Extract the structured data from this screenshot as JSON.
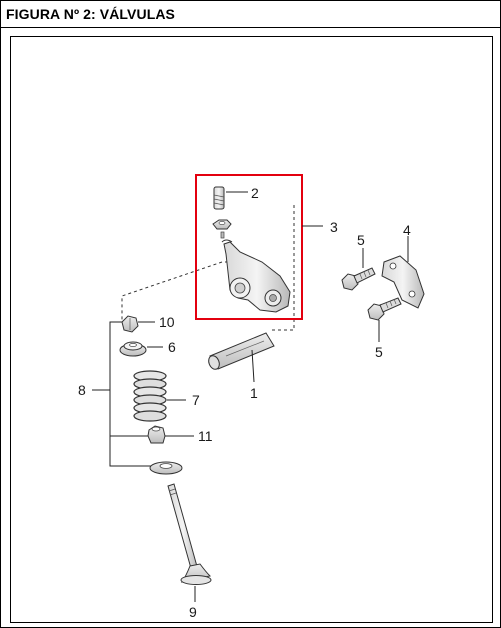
{
  "title": "FIGURA Nº 2: VÁLVULAS",
  "highlight_color": "#e3000f",
  "callouts": {
    "c1": "1",
    "c2": "2",
    "c3": "3",
    "c4": "4",
    "c5a": "5",
    "c5b": "5",
    "c6": "6",
    "c7": "7",
    "c8": "8",
    "c9": "9",
    "c10": "10",
    "c11": "11"
  }
}
